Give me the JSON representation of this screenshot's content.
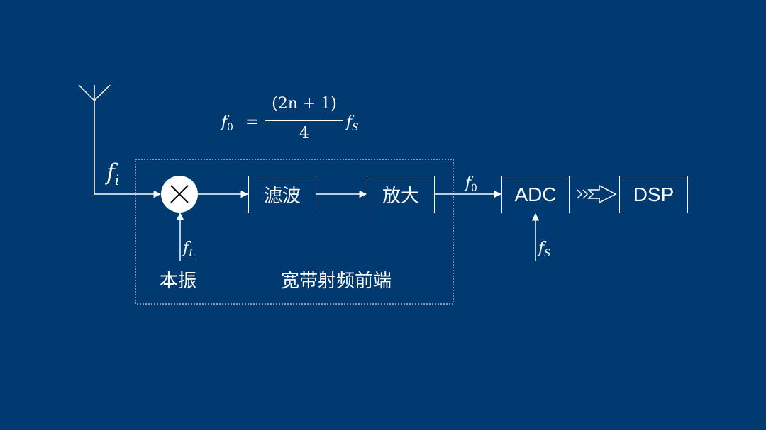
{
  "colors": {
    "background": "#003a70",
    "stroke": "#ffffff"
  },
  "formula": {
    "lhs": "f",
    "lhs_sub": "0",
    "equals": "=",
    "numerator": "(2n + 1)",
    "denominator": "4",
    "rhs": "f",
    "rhs_sub": "S"
  },
  "diagram": {
    "input_signal": {
      "symbol": "f",
      "sub": "i"
    },
    "mixer": {
      "icon": "multiply-circle-icon"
    },
    "lo_signal": {
      "symbol": "f",
      "sub": "L"
    },
    "lo_label": "本振",
    "filter_label": "滤波",
    "amp_label": "放大",
    "frontend_label": "宽带射频前端",
    "output_signal": {
      "symbol": "f",
      "sub": "0"
    },
    "adc_label": "ADC",
    "clock_signal": {
      "symbol": "f",
      "sub": "S"
    },
    "dsp_label": "DSP",
    "data_arrow_icon": "hollow-double-chevron-arrow-icon"
  }
}
